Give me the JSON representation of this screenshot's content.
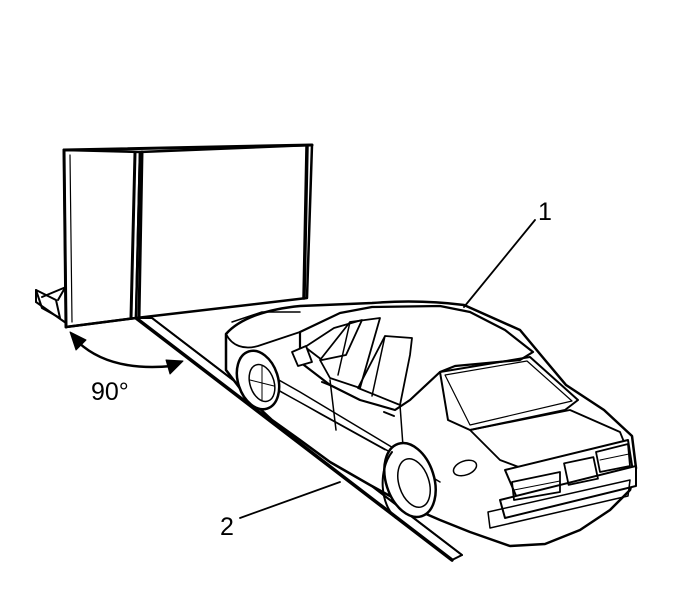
{
  "callouts": {
    "item_1": "1",
    "item_2": "2",
    "angle": "90°"
  },
  "colors": {
    "stroke": "#000000",
    "background": "#ffffff"
  }
}
